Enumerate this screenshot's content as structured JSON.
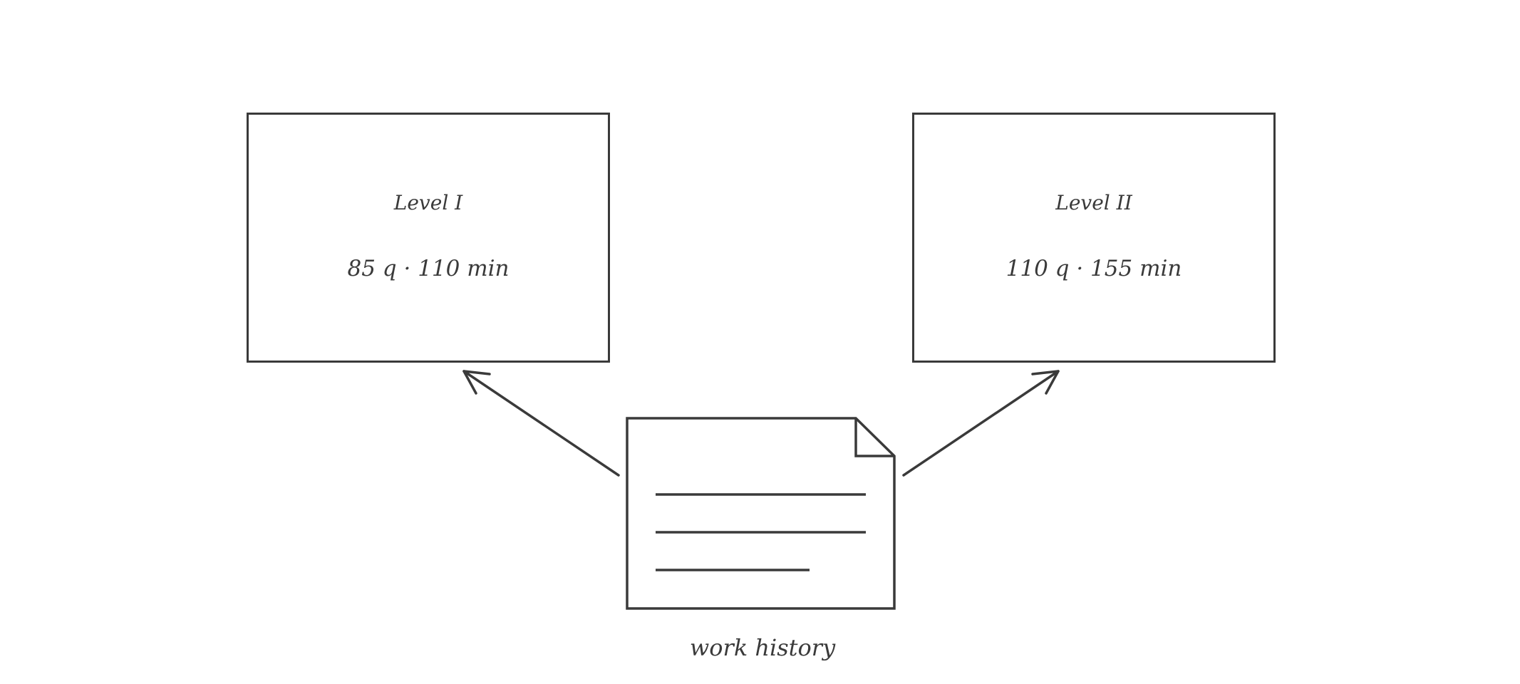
{
  "boxes": [
    {
      "title": "Level I",
      "stats": "85 q · 110 min"
    },
    {
      "title": "Level II",
      "stats": "110 q · 155 min"
    }
  ],
  "document": {
    "label": "work history",
    "icon": "document-icon"
  },
  "colors": {
    "stroke": "#3a3a3a",
    "background": "#ffffff"
  }
}
